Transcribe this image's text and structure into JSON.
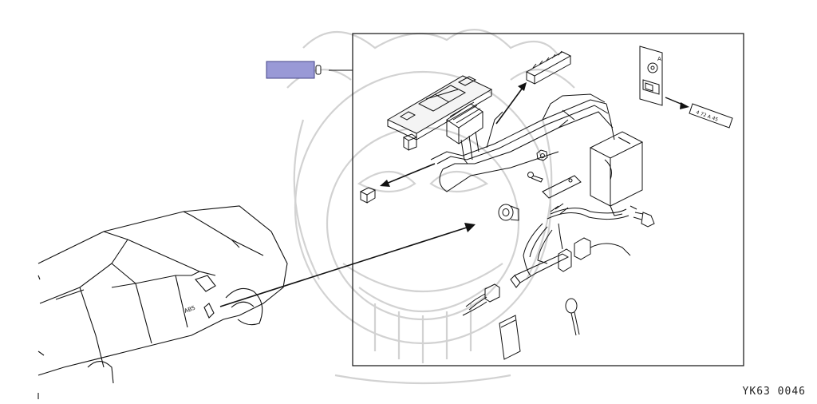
{
  "figure": {
    "ref_code": "YK63 0046",
    "callout_color": "#9999d6",
    "callout_border": "#444488",
    "watermark_color": "#c8c8c8",
    "line_color": "#111111",
    "detail_labels": {
      "panel_letter": "A",
      "door_text": "ABS",
      "strip_text": "4 72 A 45"
    }
  }
}
